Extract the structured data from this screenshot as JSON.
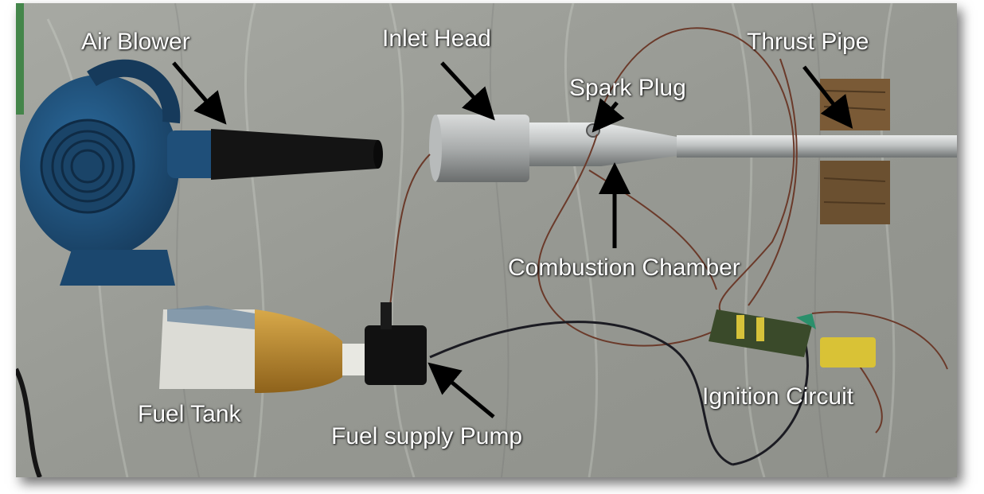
{
  "image": {
    "description_type": "annotated-photo",
    "background_color": "#9d9f99",
    "labels": {
      "air_blower": "Air Blower",
      "inlet_head": "Inlet Head",
      "spark_plug": "Spark Plug",
      "thrust_pipe": "Thrust Pipe",
      "combustion_chamber": "Combustion Chamber",
      "fuel_tank": "Fuel Tank",
      "fuel_supply_pump": "Fuel supply Pump",
      "ignition_circuit": "Ignition Circuit"
    },
    "colors": {
      "label_text": "#ffffff",
      "arrow": "#000000",
      "blower_body": "#1f4f79",
      "blower_nozzle": "#151515",
      "pipe_metal": "#c9cccc",
      "wood_block": "#6b5030",
      "fuel": "#b98a2b",
      "wire": "#6b3a2a"
    }
  }
}
